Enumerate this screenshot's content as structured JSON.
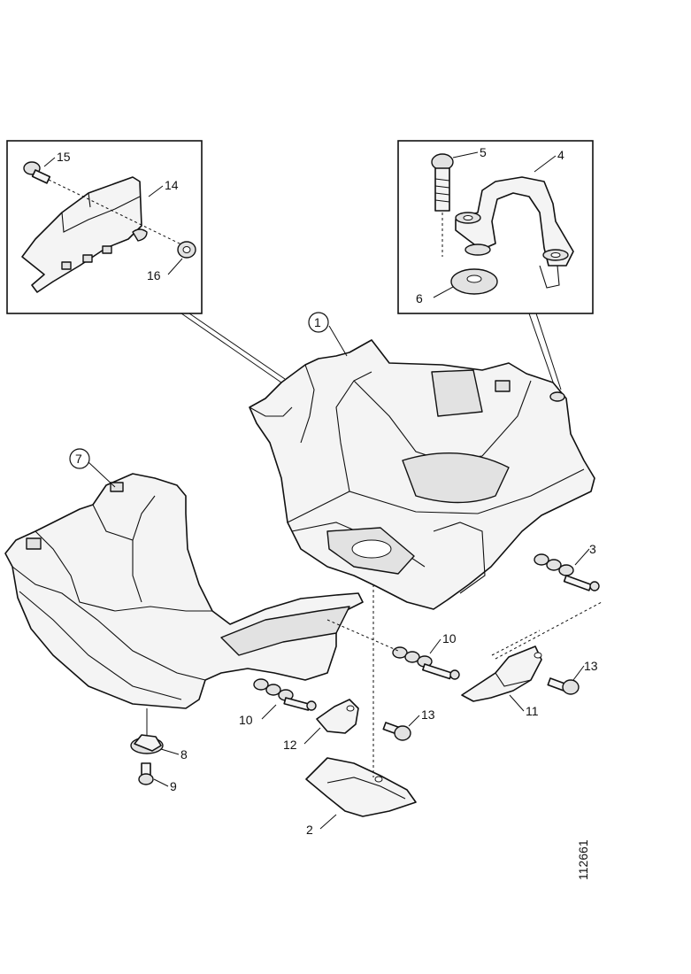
{
  "callouts": {
    "c1": "1",
    "c2": "2",
    "c3": "3",
    "c4": "4",
    "c5": "5",
    "c6": "6",
    "c7": "7",
    "c8": "8",
    "c9": "9",
    "c10a": "10",
    "c10b": "10",
    "c11": "11",
    "c12": "12",
    "c13a": "13",
    "c13b": "13",
    "c14": "14",
    "c15": "15",
    "c16": "16"
  },
  "reference_number": "112661"
}
